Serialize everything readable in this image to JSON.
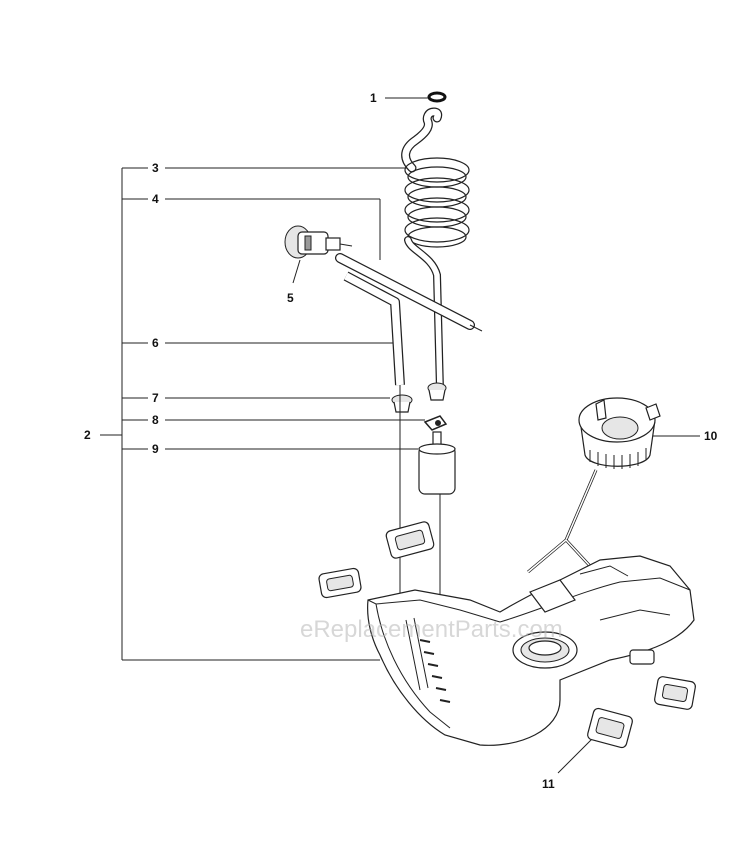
{
  "callouts": {
    "c1": "1",
    "c2": "2",
    "c3": "3",
    "c4": "4",
    "c5": "5",
    "c6": "6",
    "c7": "7",
    "c8": "8",
    "c9": "9",
    "c10": "10",
    "c11": "11"
  },
  "watermark": "eReplacementParts.com"
}
